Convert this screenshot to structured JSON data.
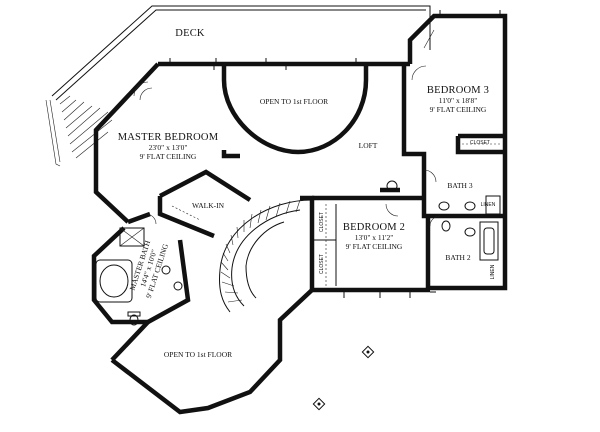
{
  "labels": {
    "deck": "DECK",
    "open_top": "OPEN TO 1st FLOOR",
    "master_bedroom": "MASTER BEDROOM",
    "master_bedroom_size": "23'0\" x 13'0\"",
    "master_bedroom_ceiling": "9' FLAT CEILING",
    "loft": "LOFT",
    "bedroom3": "BEDROOM 3",
    "bedroom3_size": "11'0\" x 18'8\"",
    "bedroom3_ceiling": "9' FLAT CEILING",
    "closet_b3": "CLOSET",
    "bath3": "BATH 3",
    "linen_top": "LINEN",
    "walk_in": "WALK-IN",
    "bedroom2": "BEDROOM 2",
    "bedroom2_size": "13'0\" x 11'2\"",
    "bedroom2_ceiling": "9' FLAT CEILING",
    "closet_left_upper": "CLOSET",
    "closet_left_lower": "CLOSET",
    "bath2": "BATH 2",
    "linen_right": "LINEN",
    "master_bath": "MASTER BATH",
    "master_bath_size": "14'4\" x 10'0\"",
    "master_bath_ceiling": "9' FLAT CEILING",
    "open_bottom": "OPEN TO 1st FLOOR"
  }
}
